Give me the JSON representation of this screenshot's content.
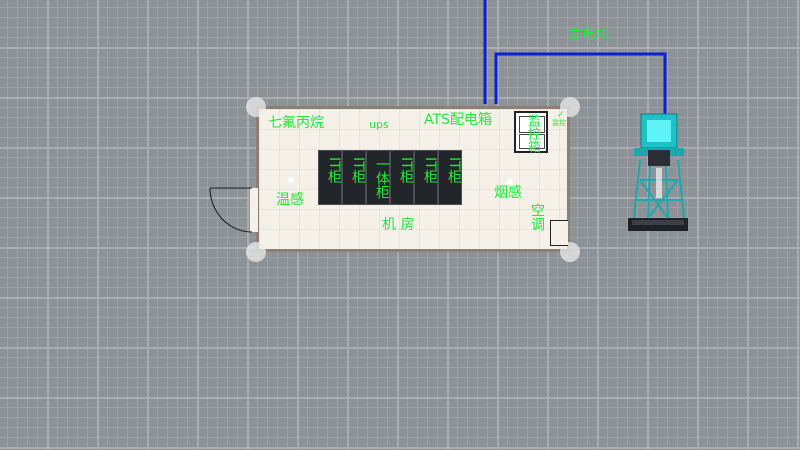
{
  "labels": {
    "generator": "发电机",
    "fire_suppression": "七氟丙烷",
    "ats_box": "ATS配电箱",
    "monitor_box": "监控箱",
    "temp_sensor": "温感",
    "smoke_sensor": "烟感",
    "machine_room": "机 房",
    "ac_unit": "空调",
    "ups": "ups",
    "small_badge": "监控"
  },
  "cabinets": [
    {
      "label": "IT柜"
    },
    {
      "label": "IT柜"
    },
    {
      "label": "一体柜"
    },
    {
      "label": "IT柜"
    },
    {
      "label": "IT柜"
    },
    {
      "label": "IT柜"
    }
  ],
  "colors": {
    "label_green": "#22e83c",
    "wire_blue": "#0b1fd6",
    "room_floor": "#f6f1e8",
    "cabinet": "#22262b",
    "generator_teal": "#1fc0c8"
  }
}
